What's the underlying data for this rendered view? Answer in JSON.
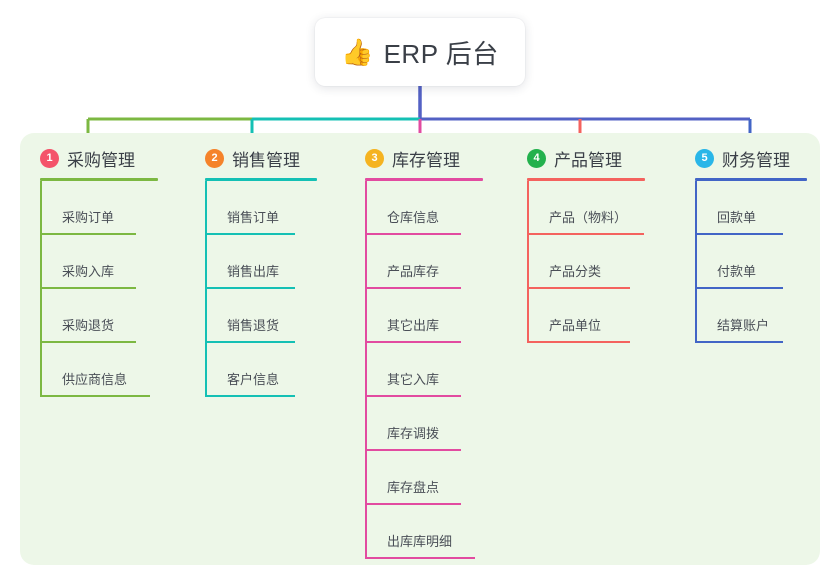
{
  "root": {
    "icon": "thumbs-up-icon",
    "emoji": "👍",
    "title": "ERP 后台"
  },
  "theme": {
    "page_bg": "#ffffff",
    "panel_bg": "#edf7e8",
    "card_bg": "#ffffff",
    "text": "#3a3f47",
    "leaf_text": "#4a4f57",
    "trunk": "#5361c4"
  },
  "columns": [
    {
      "number": "1",
      "title": "采购管理",
      "badge_color": "#f4536a",
      "line_color": "#7cb842",
      "items": [
        "采购订单",
        "采购入库",
        "采购退货",
        "供应商信息"
      ]
    },
    {
      "number": "2",
      "title": "销售管理",
      "badge_color": "#f5832a",
      "line_color": "#14c0b4",
      "items": [
        "销售订单",
        "销售出库",
        "销售退货",
        "客户信息"
      ]
    },
    {
      "number": "3",
      "title": "库存管理",
      "badge_color": "#f5b320",
      "line_color": "#e24ba0",
      "items": [
        "仓库信息",
        "产品库存",
        "其它出库",
        "其它入库",
        "库存调拨",
        "库存盘点",
        "出库库明细"
      ]
    },
    {
      "number": "4",
      "title": "产品管理",
      "badge_color": "#23b14d",
      "line_color": "#f4625e",
      "items": [
        "产品（物料）",
        "产品分类",
        "产品单位"
      ]
    },
    {
      "number": "5",
      "title": "财务管理",
      "badge_color": "#29b6e8",
      "line_color": "#4265c6",
      "items": [
        "回款单",
        "付款单",
        "结算账户"
      ]
    }
  ]
}
